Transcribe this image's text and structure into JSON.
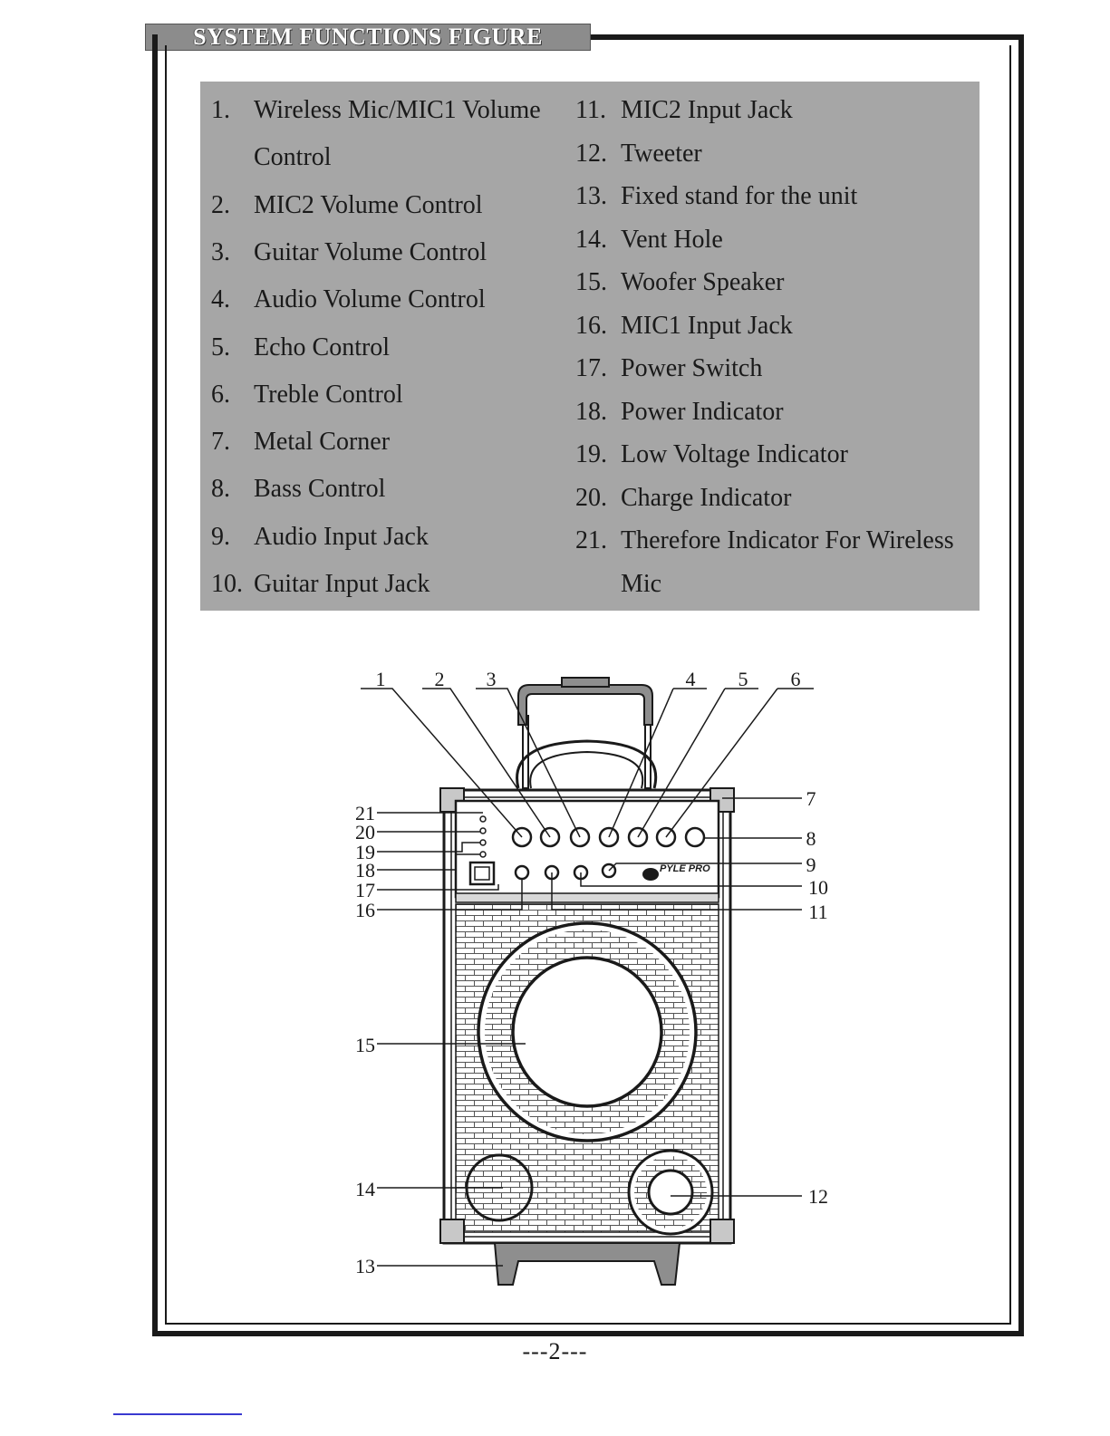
{
  "title": "SYSTEM FUNCTIONS FIGURE",
  "legend": {
    "left": [
      {
        "num": "1.",
        "lines": [
          "Wireless Mic/MIC1 Volume",
          "Control"
        ]
      },
      {
        "num": "2.",
        "lines": [
          "MIC2 Volume Control"
        ]
      },
      {
        "num": "3.",
        "lines": [
          "Guitar Volume Control"
        ]
      },
      {
        "num": "4.",
        "lines": [
          "Audio Volume Control"
        ]
      },
      {
        "num": "5.",
        "lines": [
          "Echo Control"
        ]
      },
      {
        "num": "6.",
        "lines": [
          "Treble Control"
        ]
      },
      {
        "num": "7.",
        "lines": [
          "Metal Corner"
        ]
      },
      {
        "num": "8.",
        "lines": [
          "Bass Control"
        ]
      },
      {
        "num": "9.",
        "lines": [
          "Audio Input Jack"
        ]
      },
      {
        "num": "10.",
        "lines": [
          "Guitar Input Jack"
        ]
      }
    ],
    "right": [
      {
        "num": "11.",
        "lines": [
          "MIC2 Input Jack"
        ]
      },
      {
        "num": "12.",
        "lines": [
          "Tweeter"
        ]
      },
      {
        "num": "13.",
        "lines": [
          "Fixed stand for the unit"
        ]
      },
      {
        "num": "14.",
        "lines": [
          "Vent Hole"
        ]
      },
      {
        "num": "15.",
        "lines": [
          "Woofer Speaker"
        ]
      },
      {
        "num": "16.",
        "lines": [
          "MIC1 Input Jack"
        ]
      },
      {
        "num": "17.",
        "lines": [
          "Power Switch"
        ]
      },
      {
        "num": "18.",
        "lines": [
          "Power Indicator"
        ]
      },
      {
        "num": "19.",
        "lines": [
          "Low Voltage Indicator"
        ]
      },
      {
        "num": "20.",
        "lines": [
          "Charge Indicator"
        ]
      },
      {
        "num": "21.",
        "lines": [
          "Therefore Indicator For Wireless",
          "Mic"
        ]
      }
    ]
  },
  "callouts": [
    "1",
    "2",
    "3",
    "4",
    "5",
    "6",
    "7",
    "8",
    "9",
    "10",
    "11",
    "12",
    "13",
    "14",
    "15",
    "16",
    "17",
    "18",
    "19",
    "20",
    "21"
  ],
  "logo_text": "PYLE PRO",
  "page_number": "---2---"
}
